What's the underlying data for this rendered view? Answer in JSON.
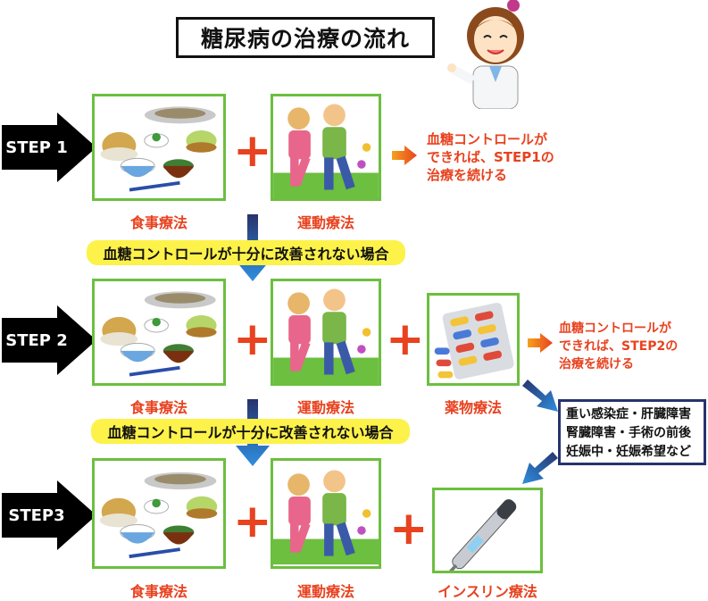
{
  "title": "糖尿病の治療の流れ",
  "steps": [
    {
      "label": "STEP 1"
    },
    {
      "label": "STEP 2"
    },
    {
      "label": "STEP3"
    }
  ],
  "therapies": {
    "diet": "食事療法",
    "exercise": "運動療法",
    "medication": "薬物療法",
    "insulin": "インスリン療法"
  },
  "plus_symbol": "+",
  "notes": {
    "step1_line1": "血糖コントロールが",
    "step1_line2": "できれば、STEP1の",
    "step1_line3": "治療を続ける",
    "step2_line1": "血糖コントロールが",
    "step2_line2": "できれば、STEP2の",
    "step2_line3": "治療を続ける"
  },
  "transitions": {
    "first": "血糖コントロールが十分に改善されない場合",
    "second": "血糖コントロールが十分に改善されない場合"
  },
  "conditions": {
    "line1": "重い感染症・肝臓障害",
    "line2": "腎臓障害・手術の前後",
    "line3": "妊娠中・妊娠希望など"
  },
  "colors": {
    "accent_red": "#e8421f",
    "frame_green": "#6cbf3f",
    "band_yellow": "#fdf24a",
    "arrow_blue": "#2f6fce",
    "box_navy": "#27336c"
  }
}
